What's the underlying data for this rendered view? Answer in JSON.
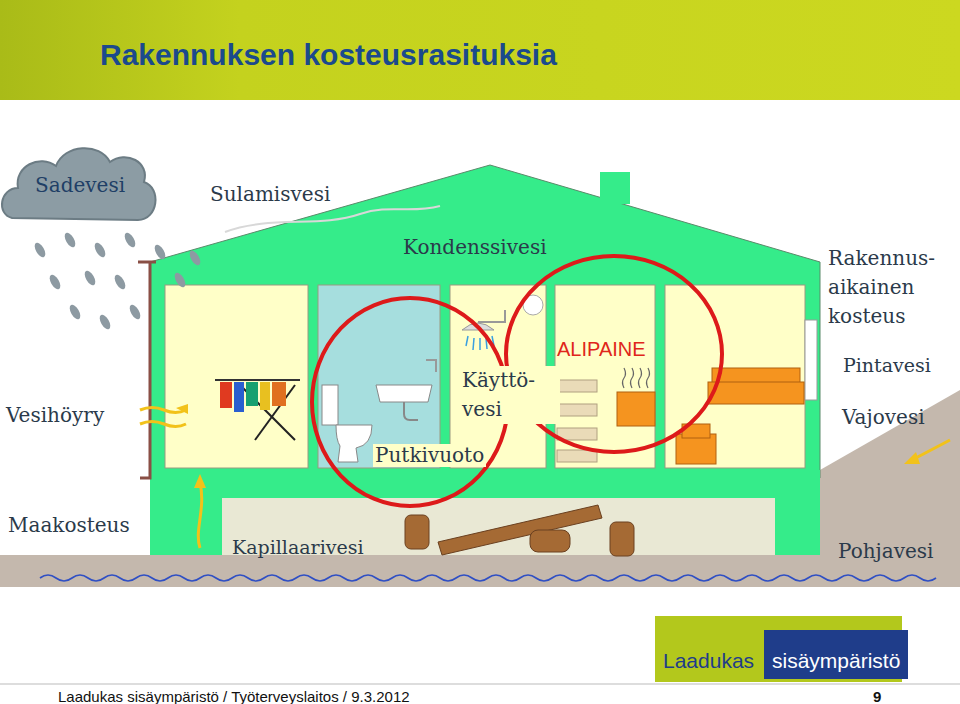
{
  "diagram": {
    "title": "Rakennuksen kosteusrasituksia",
    "nodes": [
      {
        "text": [
          "Sadevesi"
        ]
      },
      {
        "text": [
          "Laadukas",
          "sisäympäristö"
        ]
      }
    ],
    "labels": [
      "Sulamisvesi",
      "Kondenssivesi",
      "Rakennus- aikainen kosteus",
      "Pintavesi",
      "Vajovesi",
      "Vesihöyry",
      "Käyttö- vesi",
      "ALIPAINE",
      "Putkivuoto",
      "Maakosteus",
      "Kapillaarivesi",
      "Pohjavesi",
      "Laadukas sisäympäristö / Työterveyslaitos / 9.3.2012",
      "9"
    ]
  }
}
